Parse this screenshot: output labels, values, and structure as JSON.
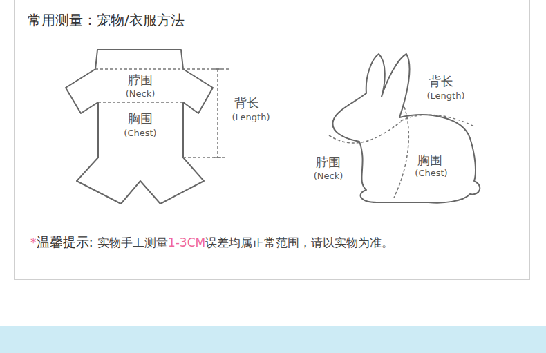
{
  "diagram": {
    "title": "常用测量：宠物/衣服方法",
    "labels": [
      "脖围",
      "(Neck)",
      "胸围",
      "(Chest)",
      "背长",
      "(Length)",
      "背长",
      "(Length)",
      "脖围",
      "(Neck)",
      "胸围",
      "(Chest)",
      "*",
      "温馨提示:",
      "实物手工测量",
      "1-3CM",
      "误差均属正常范围，请以实物为准。"
    ]
  }
}
